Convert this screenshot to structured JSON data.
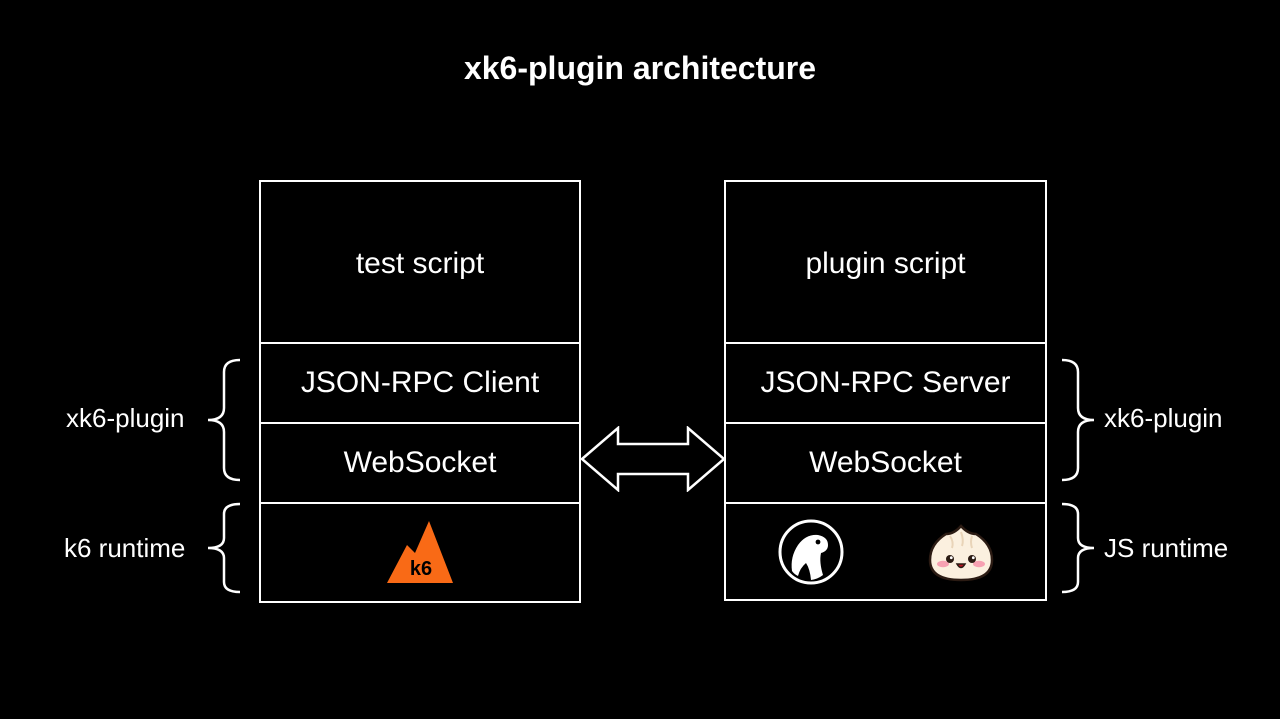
{
  "title": "xk6-plugin architecture",
  "left_stack": {
    "script": "test script",
    "rpc": "JSON-RPC Client",
    "transport": "WebSocket",
    "runtime_logo": "k6-logo",
    "runtime_logo_text": "k6"
  },
  "right_stack": {
    "script": "plugin script",
    "rpc": "JSON-RPC Server",
    "transport": "WebSocket",
    "runtime_logos": [
      "deno-logo",
      "bun-logo"
    ]
  },
  "left_labels": {
    "plugin": "xk6-plugin",
    "runtime": "k6 runtime"
  },
  "right_labels": {
    "plugin": "xk6-plugin",
    "runtime": "JS runtime"
  },
  "connector": "double-arrow-icon",
  "colors": {
    "background": "#000000",
    "foreground": "#ffffff",
    "k6_orange": "#f96a16",
    "bun_body": "#fbf0df"
  }
}
